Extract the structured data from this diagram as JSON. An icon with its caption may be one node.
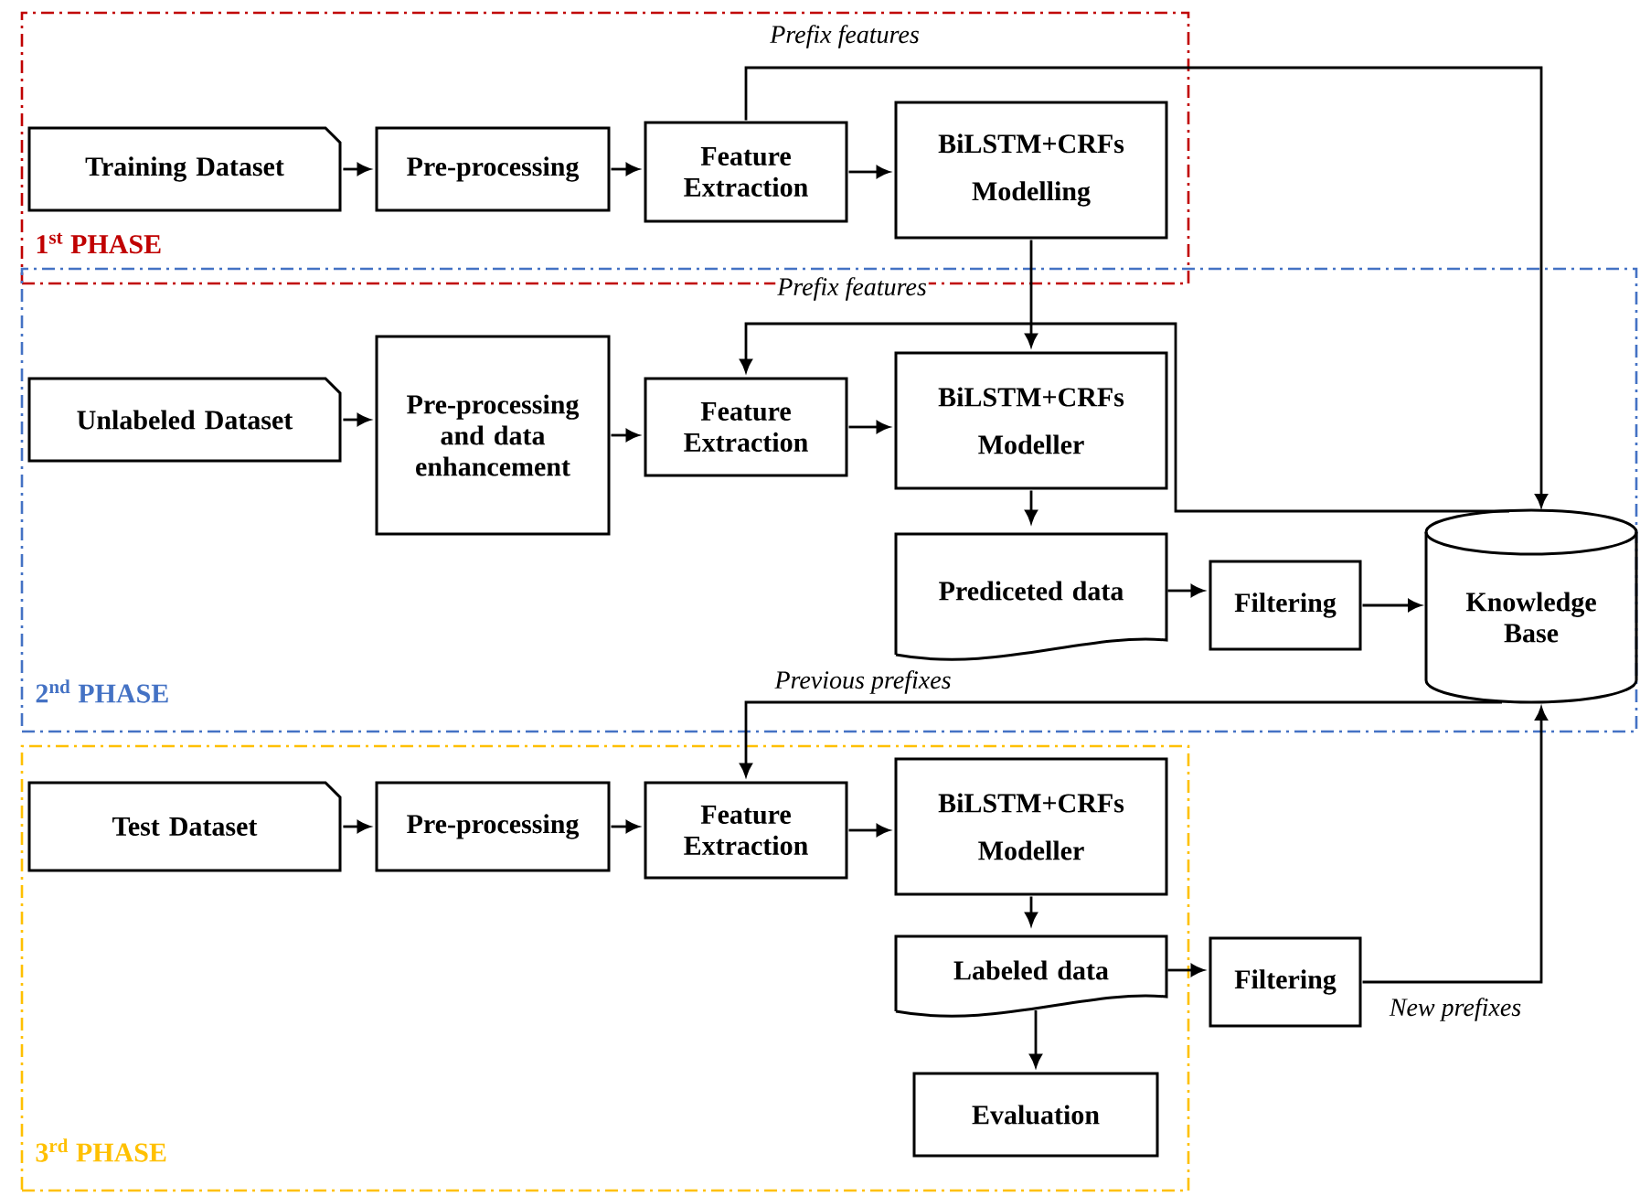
{
  "diagram": {
    "nodes": [
      {
        "text": [
          "1$^{st}$ PHASE"
        ]
      },
      {
        "text": [
          "Training Dataset"
        ],
        "in": 0
      },
      {
        "text": [
          "Pre-processing"
        ],
        "in": 0
      },
      {
        "text": [
          "Feature Extraction"
        ],
        "in": 0
      },
      {
        "text": [
          "BiLSTM+CRFs Modelling"
        ],
        "in": 0
      },
      {
        "text": [
          "2$^{nd}$ PHASE"
        ]
      },
      {
        "text": [
          "Unlabeled Dataset"
        ],
        "in": 5
      },
      {
        "text": [
          "Pre-processing and data enhancement"
        ],
        "in": 5
      },
      {
        "text": [
          "Feature Extraction"
        ],
        "in": 5
      },
      {
        "text": [
          "BiLSTM+CRFs Modeller"
        ],
        "in": 5
      },
      {
        "text": [
          "Prediceted data"
        ],
        "in": 5
      },
      {
        "text": [
          "Filtering"
        ],
        "in": 5
      },
      {
        "text": [
          "Knowledge Base"
        ],
        "in": 5
      },
      {
        "text": [
          "3$^{rd}$ PHASE"
        ]
      },
      {
        "text": [
          "Test Dataset"
        ],
        "in": 13
      },
      {
        "text": [
          "Pre-processing"
        ],
        "in": 13
      },
      {
        "text": [
          "Feature Extraction"
        ],
        "in": 13
      },
      {
        "text": [
          "BiLSTM+CRFs Modeller"
        ],
        "in": 13
      },
      {
        "text": [
          "Labeled data"
        ],
        "in": 13
      },
      {
        "text": [
          "Filtering"
        ]
      },
      {
        "text": [
          "Evaluation"
        ],
        "in": 13
      }
    ],
    "edges": [
      {
        "from": 1,
        "to": 2,
        "arrow": "to"
      },
      {
        "from": 2,
        "to": 3,
        "arrow": "to"
      },
      {
        "from": 3,
        "to": 4,
        "arrow": "to"
      },
      {
        "from": 3,
        "to": 12,
        "arrow": "to",
        "label": "Prefix features"
      },
      {
        "from": 4,
        "to": 9,
        "arrow": "to"
      },
      {
        "from": 12,
        "to": 8,
        "arrow": "to",
        "label": "Prefix features"
      },
      {
        "from": 6,
        "to": 7,
        "arrow": "to"
      },
      {
        "from": 7,
        "to": 8,
        "arrow": "to"
      },
      {
        "from": 8,
        "to": 9,
        "arrow": "to"
      },
      {
        "from": 9,
        "to": 10,
        "arrow": "to"
      },
      {
        "from": 10,
        "to": 11,
        "arrow": "to"
      },
      {
        "from": 11,
        "to": 12,
        "arrow": "to"
      },
      {
        "from": 12,
        "to": 16,
        "arrow": "to",
        "label": "Previous prefixes"
      },
      {
        "from": 14,
        "to": 15,
        "arrow": "to"
      },
      {
        "from": 15,
        "to": 16,
        "arrow": "to"
      },
      {
        "from": 16,
        "to": 17,
        "arrow": "to"
      },
      {
        "from": 17,
        "to": 18,
        "arrow": "to"
      },
      {
        "from": 18,
        "to": 19,
        "arrow": "to"
      },
      {
        "from": 19,
        "to": 12,
        "arrow": "to",
        "label": "New prefixes"
      },
      {
        "from": 18,
        "to": 20,
        "arrow": "to"
      }
    ]
  }
}
